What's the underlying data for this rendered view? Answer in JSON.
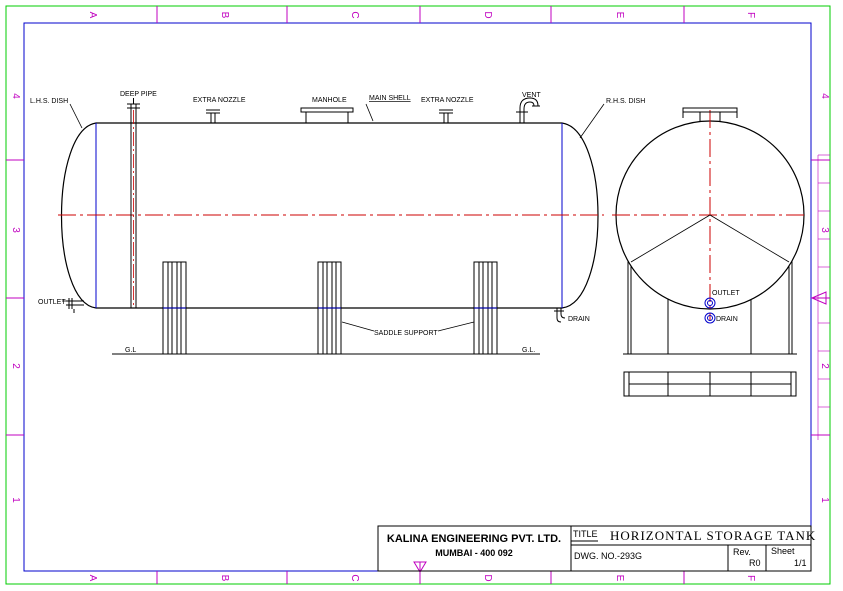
{
  "drawing": {
    "labels": {
      "lhs_dish": "L.H.S. DISH",
      "deep_pipe": "DEEP PIPE",
      "extra_nozzle_1": "EXTRA NOZZLE",
      "manhole": "MANHOLE",
      "main_shell": "MAIN SHELL",
      "extra_nozzle_2": "EXTRA NOZZLE",
      "vent": "VENT",
      "rhs_dish": "R.H.S. DISH",
      "outlet_left": "OUTLET",
      "drain_left": "DRAIN",
      "saddle_support": "SADDLE SUPPORT",
      "gl_left": "G.L",
      "gl_right": "G.L.",
      "outlet_end": "OUTLET",
      "drain_end": "DRAIN"
    }
  },
  "border": {
    "columns": [
      "A",
      "B",
      "C",
      "D",
      "E",
      "F"
    ],
    "rows": [
      "4",
      "3",
      "2",
      "1"
    ]
  },
  "title_block": {
    "company": "KALINA ENGINEERING PVT. LTD.",
    "city": "MUMBAI - 400 092",
    "title_label": "TITLE",
    "title": "HORIZONTAL  STORAGE  TANK",
    "dwg_no": "DWG. NO.-293G",
    "rev_label": "Rev.",
    "rev_value": "R0",
    "sheet_label": "Sheet",
    "sheet_value": "1/1"
  },
  "colors": {
    "outer_frame": "#00cc00",
    "inner_frame": "#0000cc",
    "zone_marks": "#c000c0",
    "centerline": "#cc0000",
    "shell_outline": "#000000"
  }
}
